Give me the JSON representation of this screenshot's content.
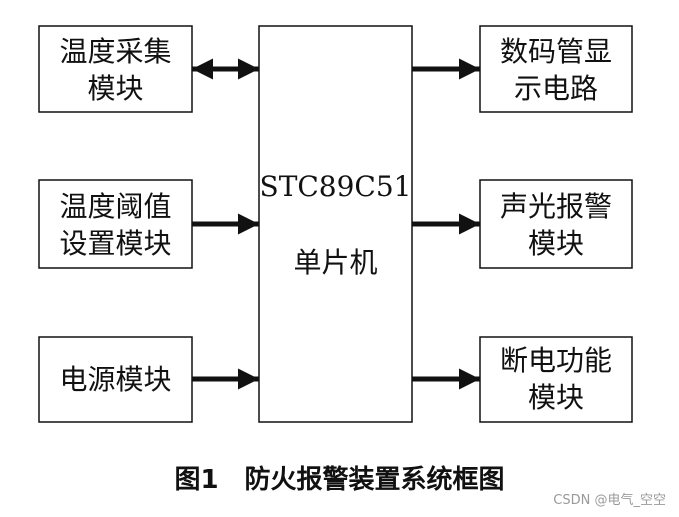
{
  "left_modules": [
    {
      "lines": [
        "温度采集",
        "模块"
      ],
      "arrow": "both"
    },
    {
      "lines": [
        "温度阈值",
        "设置模块"
      ],
      "arrow": "right"
    },
    {
      "lines": [
        "电源模块"
      ],
      "arrow": "right"
    }
  ],
  "mcu": {
    "model": "STC89C51",
    "label": "单片机"
  },
  "right_modules": [
    {
      "lines": [
        "数码管显",
        "示电路"
      ]
    },
    {
      "lines": [
        "声光报警",
        "模块"
      ]
    },
    {
      "lines": [
        "断电功能",
        "模块"
      ]
    }
  ],
  "caption": "图1　防火报警装置系统框图",
  "watermark": "CSDN @电气_空空",
  "colors": {
    "stroke": "#111111",
    "watermark": "#9a9a9a"
  }
}
